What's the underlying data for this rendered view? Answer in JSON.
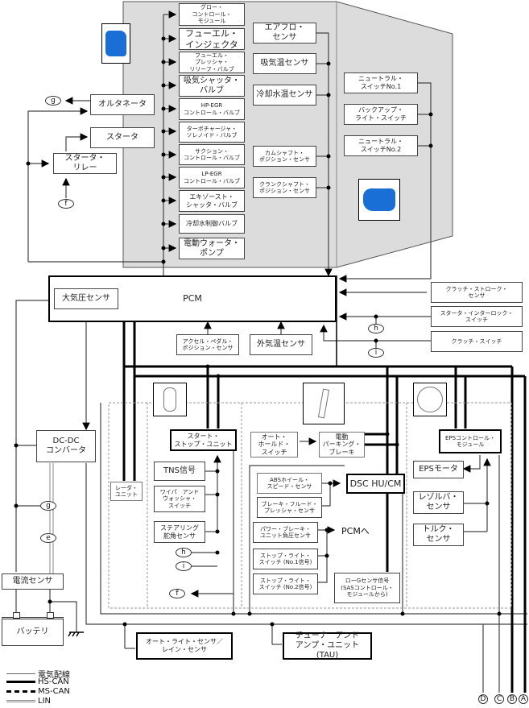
{
  "diagram": {
    "engine_actuators": [
      "グロー・\nコントロール・\nモジュール",
      "フューエル・\nインジェクタ",
      "フューエル・\nプレッシャ・\nリリーフ・バルブ",
      "吸気シャッタ・\nバルブ",
      "HP-EGR\nコントロール・バルブ",
      "ターボチャージャ・\nソレノイド・バルブ",
      "サクション・\nコントロール・バルブ",
      "LP-EGR\nコントロール・バルブ",
      "エキゾースト・\nシャッタ・バルブ",
      "冷却水制御バルブ",
      "電動ウォータ・\nポンプ"
    ],
    "engine_sensors": [
      "エアフロ・\nセンサ",
      "吸気温センサ",
      "冷却水温センサ",
      "カムシャフト・\nポジション・センサ",
      "クランクシャフト・\nポジション・センサ"
    ],
    "transmission_switches": [
      "ニュートラル・\nスイッチNo.1",
      "バックアップ・\nライト・スイッチ",
      "ニュートラル・\nスイッチNo.2"
    ],
    "alternator": "オルタネータ",
    "starter": "スタータ",
    "starter_relay": "スタータ・\nリレー",
    "pcm": "PCM",
    "baro_sensor": "大気圧センサ",
    "accel_pedal": "アクセル・ペダル・\nポジション・センサ",
    "ambient_temp": "外気温センサ",
    "clutch_stroke": "クラッチ・ストローク・\nセンサ",
    "starter_interlock": "スタータ・インターロック・\nスイッチ",
    "clutch_switch": "クラッチ・スイッチ",
    "dcdc": "DC-DC\nコンバータ",
    "radar_unit": "レーダ・\nユニット",
    "current_sensor": "電流センサ",
    "battery": "バッテリ",
    "start_stop_unit": "スタート・\nストップ・ユニット",
    "tns": "TNS信号",
    "wiper_switch": "ワイパ　アンド\nウォッシャ・\nスイッチ",
    "steering_sensor": "ステアリング\n舵角センサ",
    "auto_hold": "オート・\nホールド・\nスイッチ",
    "epb": "電動\nパーキング・\nブレーキ",
    "abs_sensor": "ABSホイール・\nスピード・センサ",
    "brake_fluid": "ブレーキ・フルード・\nプレッシャ・センサ",
    "brake_vacuum": "パワー・ブレーキ・\nユニット負圧センサ",
    "to_pcm": "PCMへ",
    "stop_light_1": "ストップ・ライト・\nスイッチ (No.1信号)",
    "stop_light_2": "ストップ・ライト・\nスイッチ (No.2信号)",
    "dsc": "DSC HU/CM",
    "low_g": "ローGセンサ信号\n(SASコントロール・\nモジュールから)",
    "eps_module": "EPSコントロール・\nモジュール",
    "eps_motor": "EPSモータ",
    "resolver": "レゾルバ・\nセンサ",
    "torque": "トルク・\nセンサ",
    "rain_sensor": "オート・ライト・センサ／\nレイン・センサ",
    "tau": "チューナ　アンド\nアンプ・ユニット (TAU)",
    "connectors": {
      "e": "e",
      "f": "f",
      "g": "g",
      "h": "h",
      "i": "i"
    },
    "bus_ends": [
      "D",
      "C",
      "B",
      "A"
    ]
  },
  "legend": [
    {
      "label": "電気配線",
      "style": "wire"
    },
    {
      "label": "HS-CAN",
      "style": "hs-can"
    },
    {
      "label": "MS-CAN",
      "style": "ms-can"
    },
    {
      "label": "LIN",
      "style": "lin"
    }
  ],
  "icons": [
    "engine-icon",
    "transmission-icon",
    "key-fob-icon",
    "brake-pedal-icon",
    "steering-wheel-icon",
    "ground-icon"
  ]
}
